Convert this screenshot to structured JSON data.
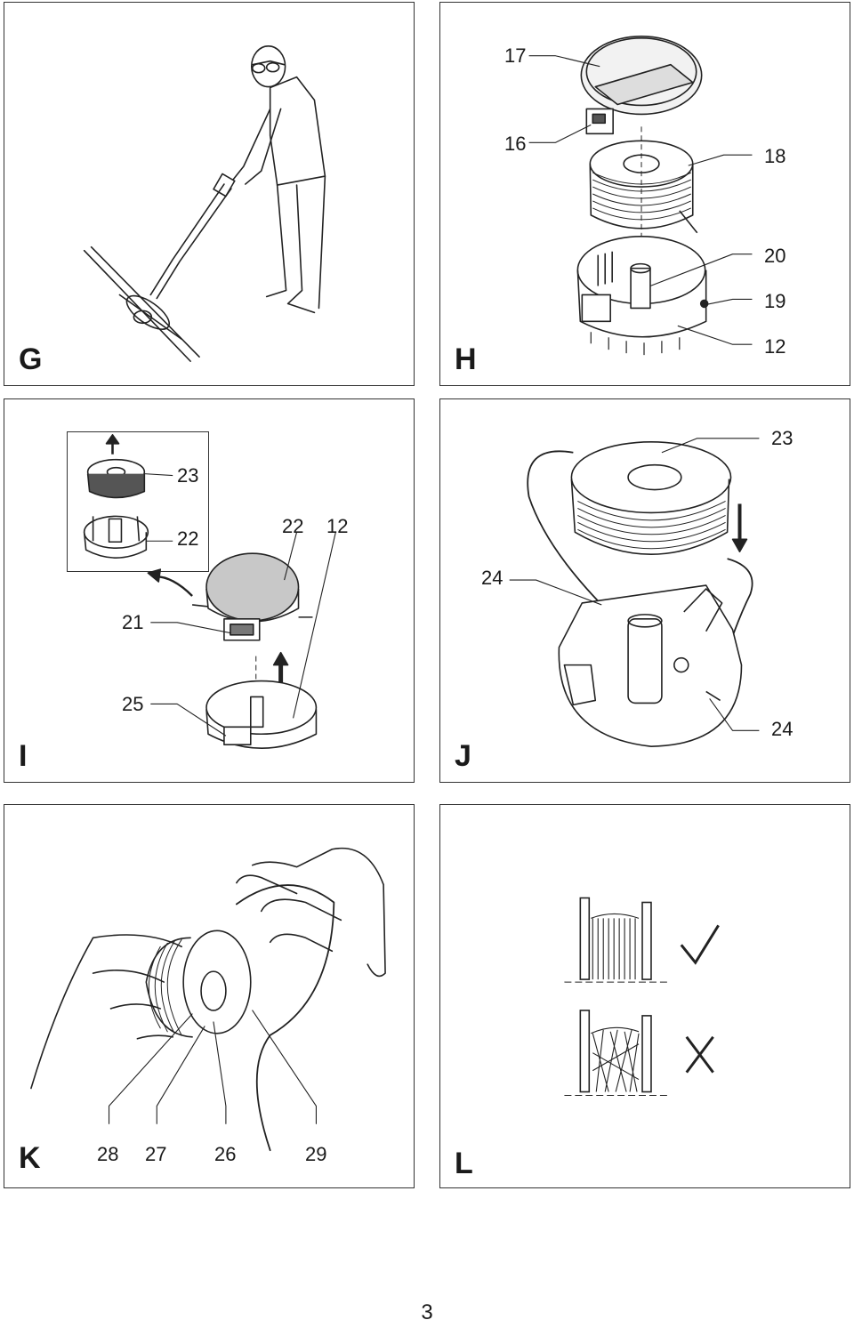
{
  "page_number": "3",
  "panels": {
    "G": {
      "letter": "G",
      "callouts": []
    },
    "H": {
      "letter": "H",
      "callouts": [
        "17",
        "16",
        "18",
        "20",
        "19",
        "12"
      ]
    },
    "I": {
      "letter": "I",
      "callouts": [
        "23",
        "22",
        "22",
        "12",
        "21",
        "25"
      ]
    },
    "J": {
      "letter": "J",
      "callouts": [
        "23",
        "24",
        "24"
      ]
    },
    "K": {
      "letter": "K",
      "callouts": [
        "28",
        "27",
        "26",
        "29"
      ]
    },
    "L": {
      "letter": "L",
      "marks": [
        "check-icon",
        "cross-icon"
      ]
    }
  }
}
